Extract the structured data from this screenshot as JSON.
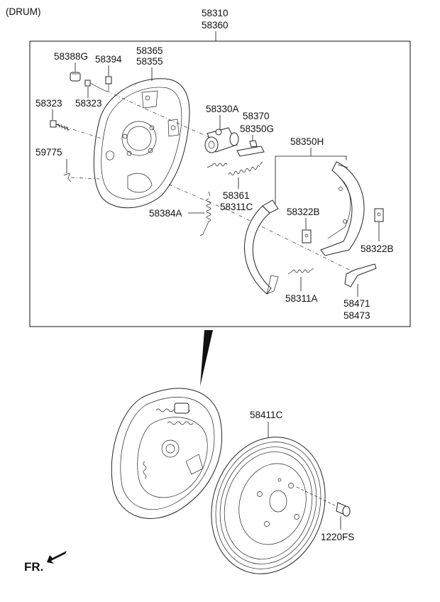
{
  "header": {
    "variant": "(DRUM)"
  },
  "labels": {
    "assembly_top_1": "58310",
    "assembly_top_2": "58360",
    "p58388G": "58388G",
    "p58394": "58394",
    "p58365": "58365",
    "p58355": "58355",
    "p58323a": "58323",
    "p58323b": "58323",
    "p58330A": "58330A",
    "p58370": "58370",
    "p58350G": "58350G",
    "p59775": "59775",
    "p58350H": "58350H",
    "p58361": "58361",
    "p58311C": "58311C",
    "p58384A": "58384A",
    "p58322B_a": "58322B",
    "p58322B_b": "58322B",
    "p58311A": "58311A",
    "p58471": "58471",
    "p58473": "58473",
    "p58411C": "58411C",
    "p1220FS": "1220FS",
    "front": "FR."
  }
}
